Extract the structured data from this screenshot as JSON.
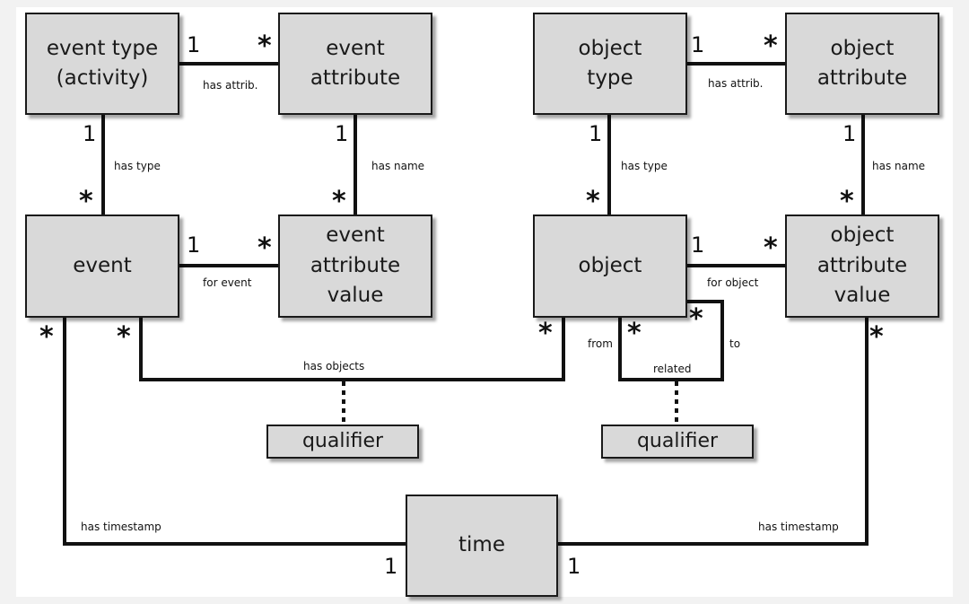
{
  "entities": {
    "event_type": "event type\n(activity)",
    "event_attribute": "event\nattribute",
    "object_type": "object\ntype",
    "object_attribute": "object\nattribute",
    "event": "event",
    "event_attribute_value": "event\nattribute\nvalue",
    "object": "object",
    "object_attribute_value": "object\nattribute\nvalue",
    "qualifier_left": "qualifier",
    "qualifier_right": "qualifier",
    "time": "time"
  },
  "relations": {
    "has_attrib_left": "has attrib.",
    "has_attrib_right": "has attrib.",
    "has_type_left": "has type",
    "has_type_right": "has type",
    "has_name_left": "has name",
    "has_name_right": "has name",
    "for_event": "for event",
    "for_object": "for object",
    "has_objects": "has objects",
    "related": "related",
    "from": "from",
    "to": "to",
    "has_timestamp_left": "has timestamp",
    "has_timestamp_right": "has timestamp"
  },
  "cardinality": {
    "one": "1",
    "many": "*"
  }
}
